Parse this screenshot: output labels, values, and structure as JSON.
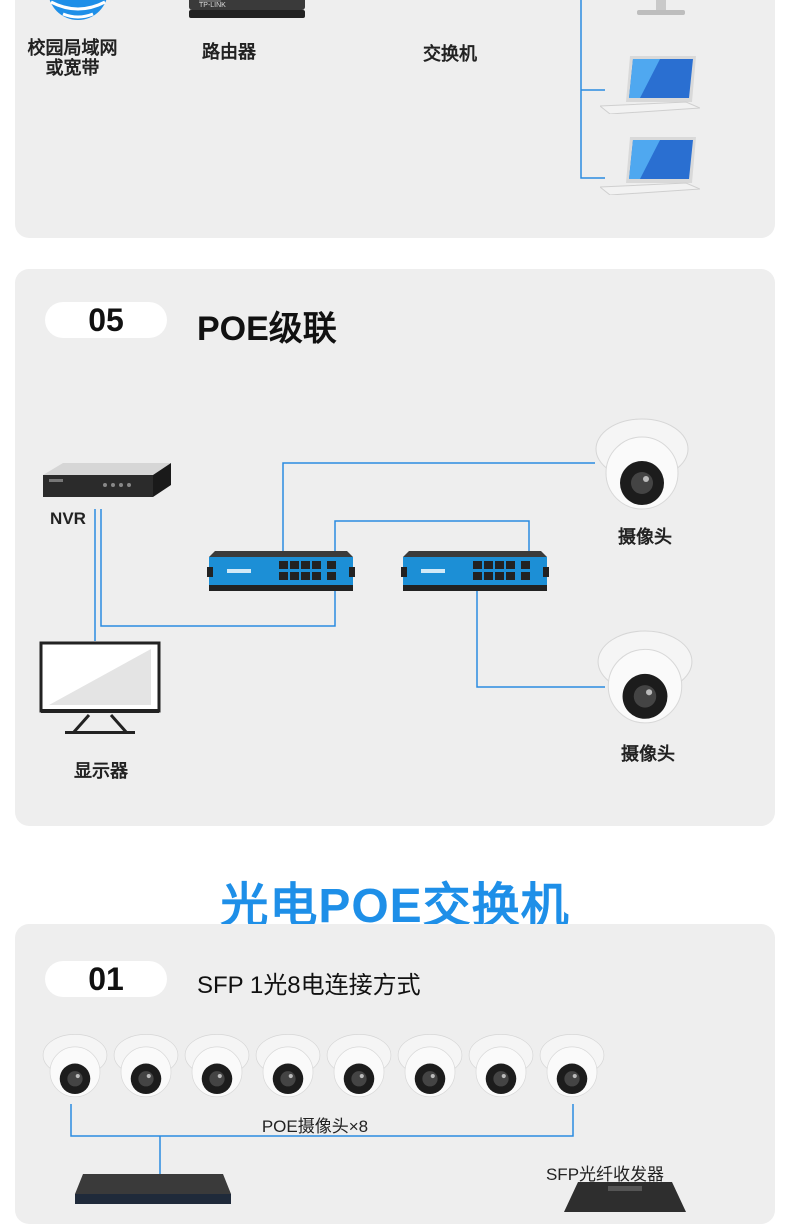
{
  "top_panel": {
    "labels": {
      "internet": "校园局域网\n或宽带",
      "router": "路由器",
      "switch": "交换机"
    },
    "router_brand": "TP-LINK",
    "icons": [
      "globe-icon",
      "router-icon",
      "monitor-icon",
      "laptop-icon"
    ]
  },
  "cascade": {
    "number": "05",
    "title": "POE级联",
    "labels": {
      "nvr": "NVR",
      "display": "显示器",
      "camera_top": "摄像头",
      "camera_bottom": "摄像头"
    },
    "icons": [
      "nvr-icon",
      "poe-switch-icon",
      "dome-camera-icon",
      "display-icon"
    ]
  },
  "heading": "光电POE交换机",
  "sfp": {
    "number": "01",
    "title": "SFP 1光8电连接方式",
    "camera_label": "POE摄像头×8",
    "transceiver_label": "SFP光纤收发器",
    "camera_count": 8
  },
  "colors": {
    "accent": "#1e8fe8",
    "wire": "#2a8be0",
    "panel": "#eeeeee",
    "switch_blue": "#1c8fd6"
  }
}
